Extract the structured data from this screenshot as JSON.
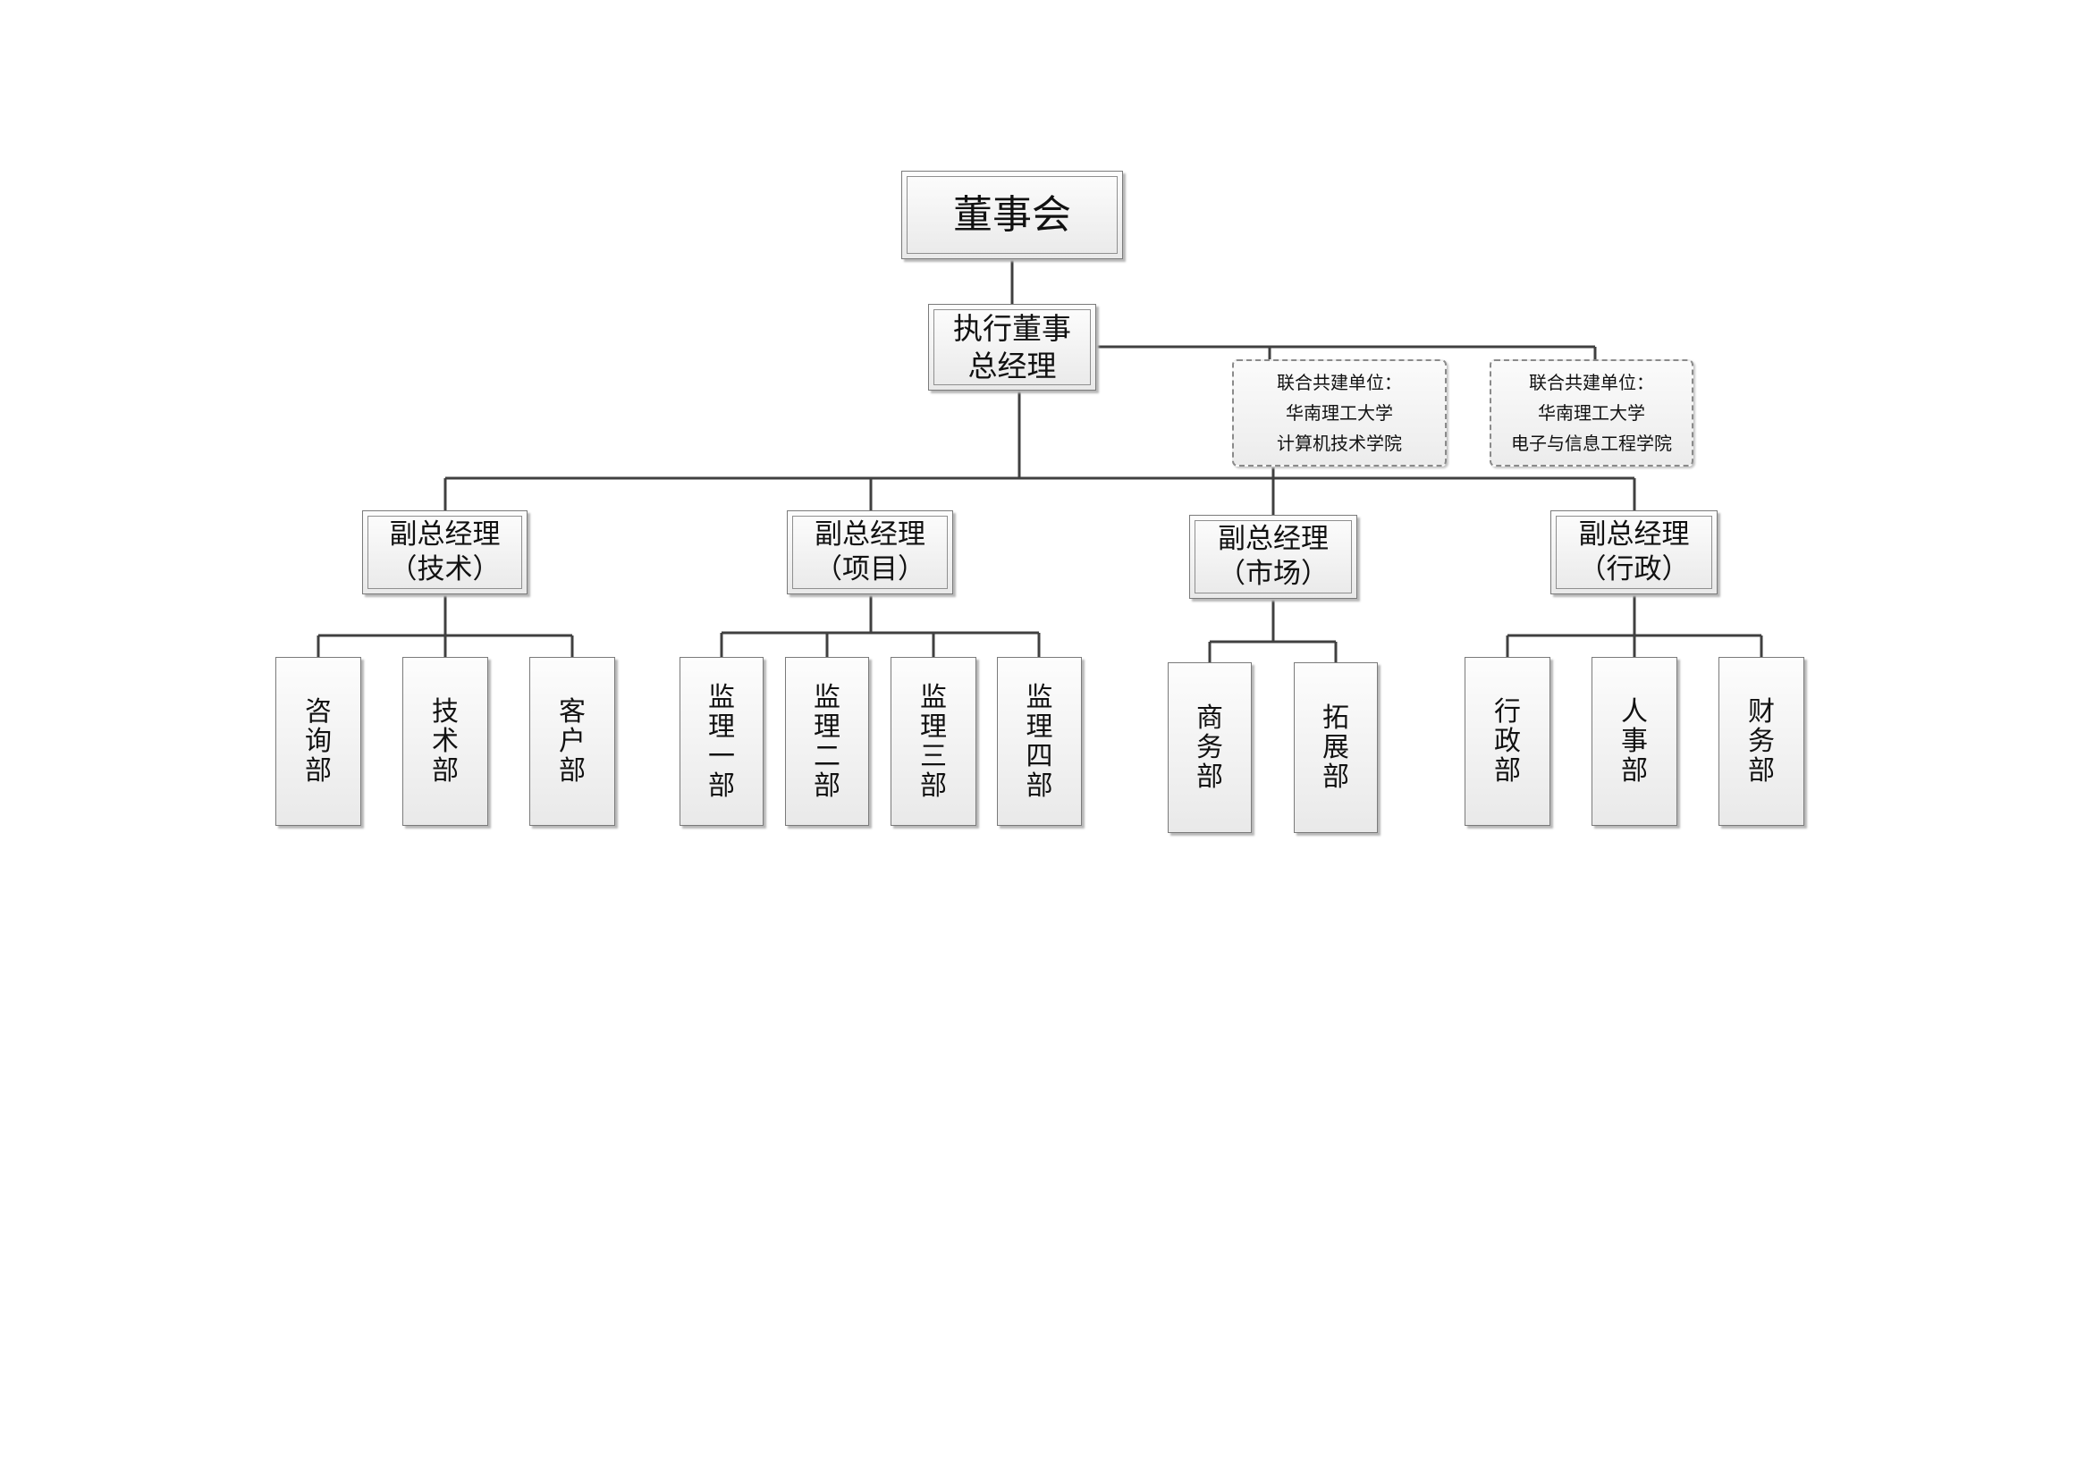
{
  "board": {
    "label": "董事会"
  },
  "executive": {
    "label": "执行董事\n总经理"
  },
  "partners": [
    {
      "label": "联合共建单位：\n华南理工大学\n计算机技术学院"
    },
    {
      "label": "联合共建单位：\n华南理工大学\n电子与信息工程学院"
    }
  ],
  "vps": [
    {
      "label": "副总经理\n（技术）"
    },
    {
      "label": "副总经理\n（项目）"
    },
    {
      "label": "副总经理\n（市场）"
    },
    {
      "label": "副总经理\n（行政）"
    }
  ],
  "departments": {
    "tech": [
      "咨\n询\n部",
      "技\n术\n部",
      "客\n户\n部"
    ],
    "project": [
      "监\n理\n一\n部",
      "监\n理\n二\n部",
      "监\n理\n三\n部",
      "监\n理\n四\n部"
    ],
    "market": [
      "商\n务\n部",
      "拓\n展\n部"
    ],
    "admin": [
      "行\n政\n部",
      "人\n事\n部",
      "财\n务\n部"
    ]
  }
}
